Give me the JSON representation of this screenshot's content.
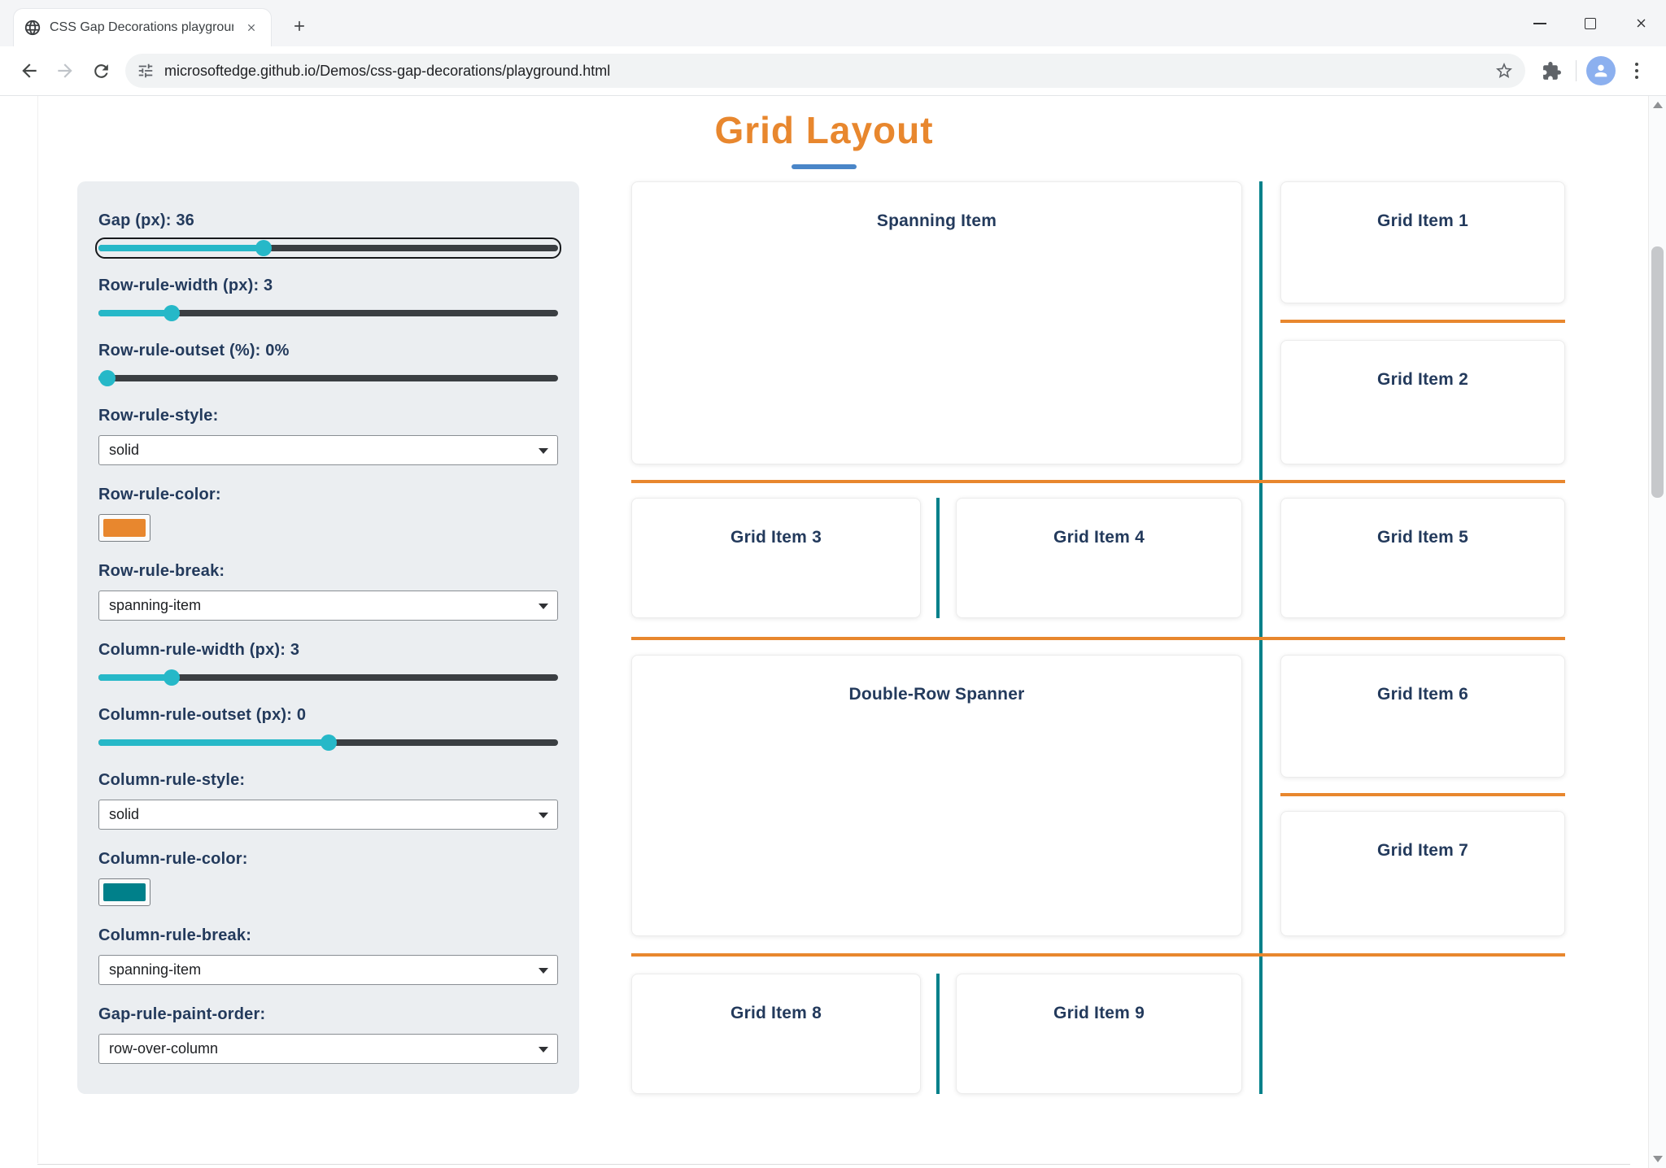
{
  "browser": {
    "tab_title": "CSS Gap Decorations playgroun",
    "url": "microsoftedge.github.io/Demos/css-gap-decorations/playground.html"
  },
  "page": {
    "title": "Grid Layout"
  },
  "controls": {
    "gap": {
      "label": "Gap (px): 36",
      "value": 36,
      "percent": 36
    },
    "row_rule_width": {
      "label": "Row-rule-width (px): 3",
      "value": 3,
      "percent": 16
    },
    "row_rule_outset": {
      "label": "Row-rule-outset (%): 0%",
      "value": 0,
      "percent": 2
    },
    "row_rule_style": {
      "label": "Row-rule-style:",
      "value": "solid"
    },
    "row_rule_color": {
      "label": "Row-rule-color:"
    },
    "row_rule_break": {
      "label": "Row-rule-break:",
      "value": "spanning-item"
    },
    "column_rule_width": {
      "label": "Column-rule-width (px): 3",
      "value": 3,
      "percent": 16
    },
    "column_rule_outset": {
      "label": "Column-rule-outset (px): 0",
      "value": 0,
      "percent": 50
    },
    "column_rule_style": {
      "label": "Column-rule-style:",
      "value": "solid"
    },
    "column_rule_color": {
      "label": "Column-rule-color:"
    },
    "column_rule_break": {
      "label": "Column-rule-break:",
      "value": "spanning-item"
    },
    "gap_rule_paint_order": {
      "label": "Gap-rule-paint-order:",
      "value": "row-over-column"
    }
  },
  "grid": {
    "items": [
      {
        "label": "Spanning Item"
      },
      {
        "label": "Grid Item 1"
      },
      {
        "label": "Grid Item 2"
      },
      {
        "label": "Grid Item 3"
      },
      {
        "label": "Grid Item 4"
      },
      {
        "label": "Grid Item 5"
      },
      {
        "label": "Double-Row Spanner"
      },
      {
        "label": "Grid Item 6"
      },
      {
        "label": "Grid Item 7"
      },
      {
        "label": "Grid Item 8"
      },
      {
        "label": "Grid Item 9"
      }
    ]
  },
  "colors": {
    "page_title_orange": "#e8872e",
    "title_underline_blue": "#4a86c8",
    "label_navy": "#233a5c",
    "slider_teal": "#26b8c8",
    "row_rule_color": "#e8872e",
    "column_rule_color": "#00808a"
  },
  "icons": {
    "globe_favicon": "globe",
    "close": "x",
    "new_tab": "plus",
    "minimize": "horizontal-line",
    "maximize": "square-outline",
    "back": "arrow-left",
    "forward": "arrow-right",
    "refresh": "circular-arrow",
    "site_info": "tune-sliders",
    "bookmark": "star-outline",
    "extensions": "puzzle-piece",
    "profile": "person",
    "menu": "three-dots-vertical",
    "chevron_down": "triangle-down"
  }
}
